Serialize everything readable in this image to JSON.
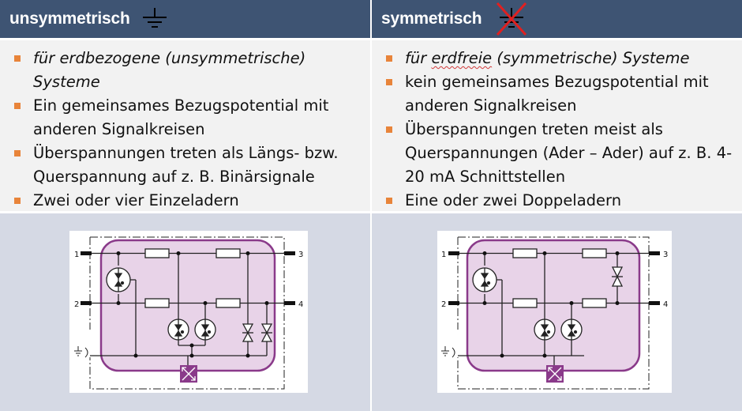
{
  "left": {
    "title": "unsymmetrisch",
    "items": [
      {
        "text": "für erdbezogene (unsymmetrische) Systeme",
        "italic": true
      },
      {
        "text": "Ein gemeinsames Bezugspotential mit anderen Signalkreisen",
        "italic": false
      },
      {
        "text": "Überspannungen treten als Längs- bzw. Querspannung auf z. B. Binärsignale",
        "italic": false
      },
      {
        "text": "Zwei oder vier Einzeladern",
        "italic": false
      }
    ],
    "diagram": {
      "pins": [
        "1",
        "2",
        "3",
        "4"
      ]
    }
  },
  "right": {
    "title": "symmetrisch",
    "items": [
      {
        "pre": "für ",
        "squiggly": "erdfreie",
        "post": " (symmetrische) Systeme",
        "italic": true
      },
      {
        "text": "kein gemeinsames Bezugspotential mit anderen Signalkreisen",
        "italic": false
      },
      {
        "text": "Überspannungen treten meist als Querspannungen (Ader – Ader) auf z. B. 4-20 mA Schnittstellen",
        "italic": false
      },
      {
        "text": "Eine oder zwei Doppeladern",
        "italic": false
      }
    ],
    "diagram": {
      "pins": [
        "1",
        "2",
        "3",
        "4"
      ]
    }
  },
  "colors": {
    "header_bg": "#3e5473",
    "bullet": "#e8843a",
    "module_fill": "#e8d3e8",
    "module_stroke": "#8a3a8a",
    "crossout": "#e02020"
  },
  "icons": {
    "left_header": "ground-icon",
    "right_header": "ground-crossed-icon"
  }
}
